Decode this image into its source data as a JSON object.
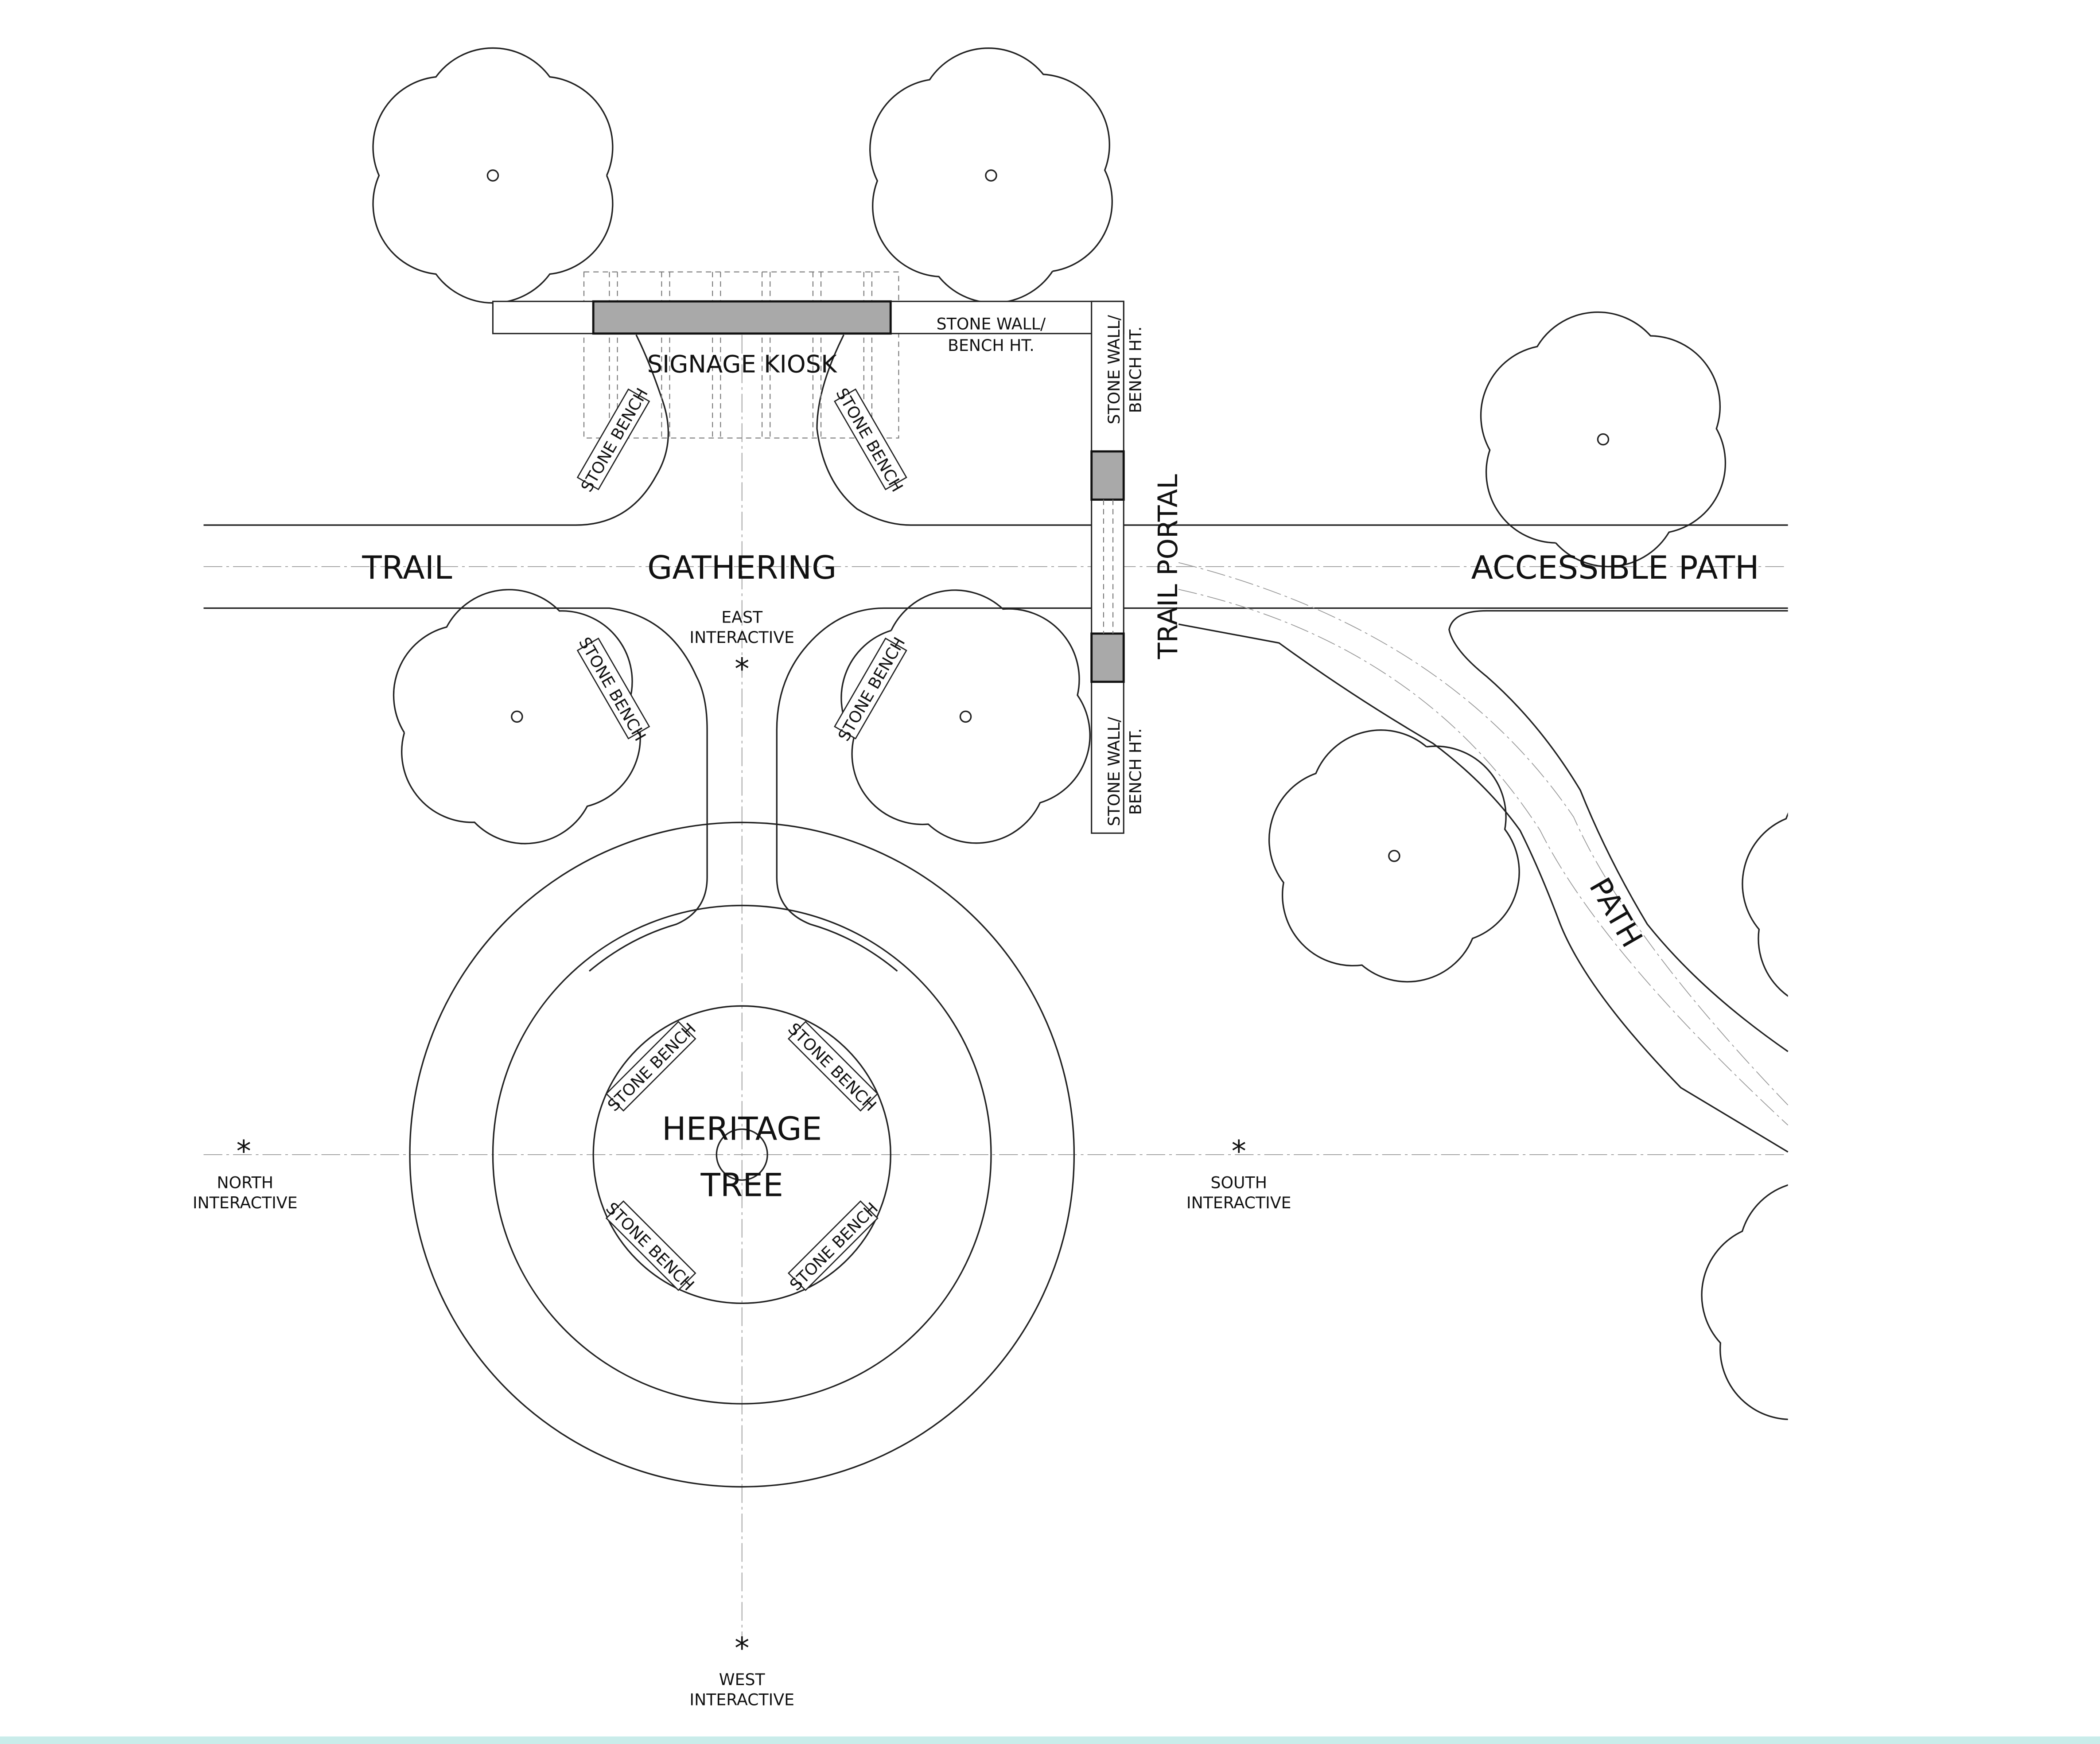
{
  "labels": {
    "signage_kiosk": "SIGNAGE KIOSK",
    "stone_wall_line1": "STONE WALL/",
    "stone_wall_line2": "BENCH HT.",
    "trail": "TRAIL",
    "gathering": "GATHERING",
    "trail_portal": "TRAIL PORTAL",
    "accessible_path": "ACCESSIBLE PATH",
    "path": "PATH",
    "heritage_line1": "HERITAGE",
    "heritage_line2": "TREE",
    "stone_bench": "STONE BENCH"
  },
  "interactives": {
    "east": {
      "line1": "EAST",
      "line2": "INTERACTIVE"
    },
    "north": {
      "line1": "NORTH",
      "line2": "INTERACTIVE"
    },
    "south": {
      "line1": "SOUTH",
      "line2": "INTERACTIVE"
    },
    "west": {
      "line1": "WEST",
      "line2": "INTERACTIVE"
    }
  },
  "marker_symbol": "*",
  "colors": {
    "post_fill": "#a9a9a9",
    "footer_band": "#c9ecea"
  }
}
